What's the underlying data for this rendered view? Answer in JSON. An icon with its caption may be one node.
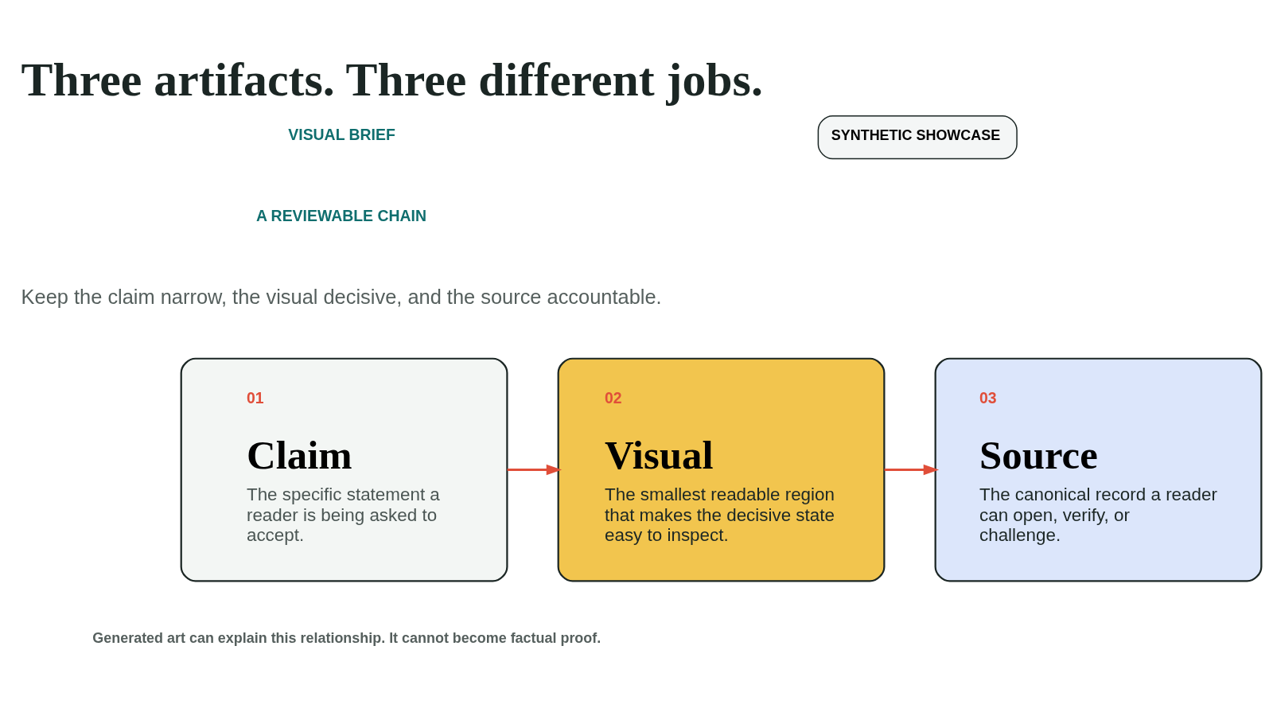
{
  "diagram": {
    "title": "Three artifacts. Three different jobs.",
    "nodes": [
      {
        "text": [
          "01",
          "Claim",
          "The specific statement a reader is being asked to accept."
        ]
      },
      {
        "text": [
          "02",
          "Visual",
          "The smallest readable region that makes the decisive state easy to inspect."
        ]
      },
      {
        "text": [
          "03",
          "Source",
          "The canonical record a reader can open, verify, or challenge."
        ]
      },
      {
        "text": [
          "SYNTHETIC SHOWCASE"
        ]
      }
    ],
    "edges": [
      {
        "from": 0,
        "to": 1,
        "arrow": "to",
        "color": "#e04e39"
      },
      {
        "from": 1,
        "to": 2,
        "arrow": "to",
        "color": "#e04e39"
      }
    ],
    "labels": [
      "VISUAL BRIEF",
      "A REVIEWABLE CHAIN",
      "Keep the claim narrow, the visual decisive, and the source accountable.",
      "Generated art can explain this relationship. It cannot become factual proof."
    ]
  }
}
